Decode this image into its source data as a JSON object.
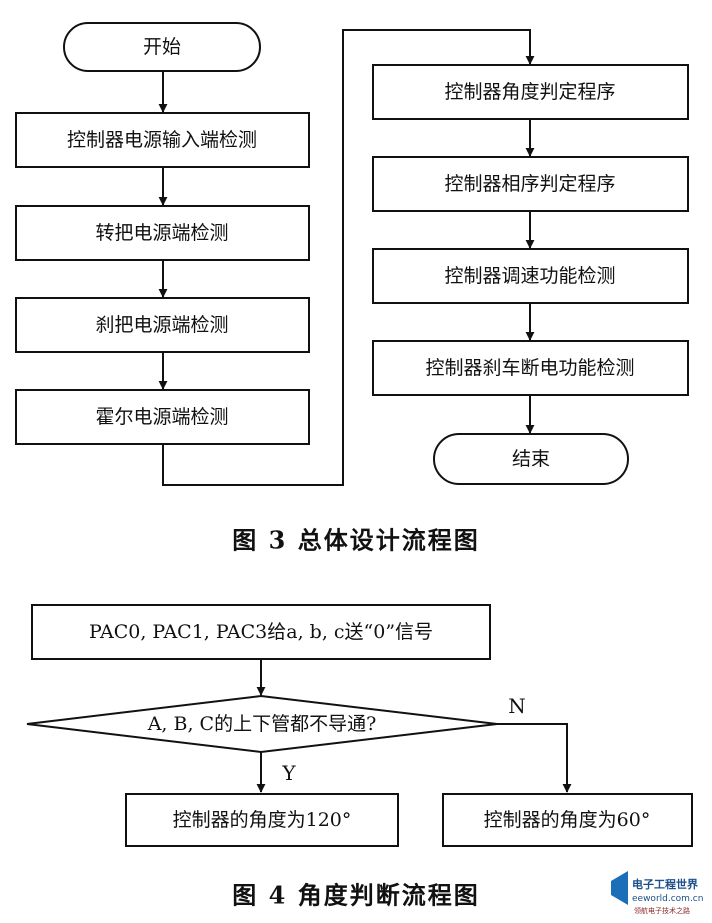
{
  "figure3": {
    "caption": "图 3 总体设计流程图",
    "start": "开始",
    "end": "结束",
    "left_steps": [
      "控制器电源输入端检测",
      "转把电源端检测",
      "刹把电源端检测",
      "霍尔电源端检测"
    ],
    "right_steps": [
      "控制器角度判定程序",
      "控制器相序判定程序",
      "控制器调速功能检测",
      "控制器刹车断电功能检测"
    ]
  },
  "figure4": {
    "caption": "图 4 角度判断流程图",
    "top_box": "PAC0, PAC1, PAC3给a, b, c送“0”信号",
    "decision": "A, B, C的上下管都不导通?",
    "yes_label": "Y",
    "no_label": "N",
    "yes_box": "控制器的角度为120°",
    "no_box": "控制器的角度为60°"
  },
  "watermark": {
    "title": "电子工程世界",
    "url": "eeworld.com.cn",
    "tagline": "领航电子技术之路"
  }
}
